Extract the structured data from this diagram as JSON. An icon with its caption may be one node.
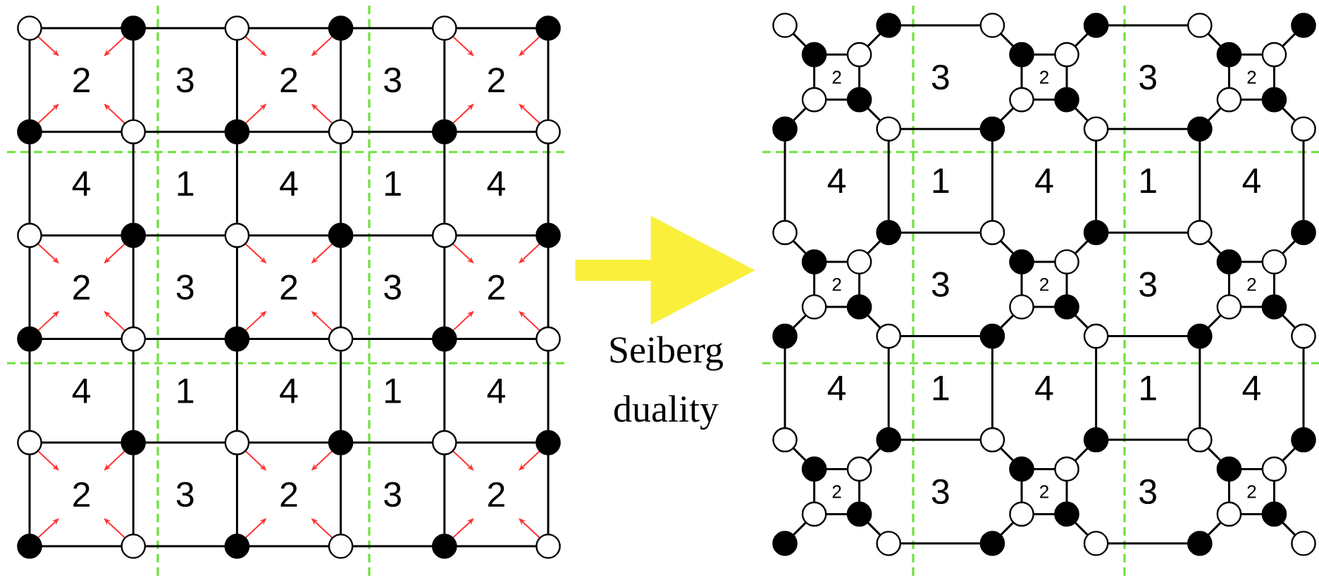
{
  "diagram": {
    "nodes": [
      {
        "text": [],
        "shape": "picture"
      },
      {
        "text": [],
        "shape": "picture"
      }
    ],
    "edges": [
      {
        "from": 0,
        "to": 1,
        "arrow": "to",
        "label": "Seiberg duality"
      }
    ],
    "labels": [
      "2",
      "3",
      "2",
      "3",
      "2",
      "4",
      "1",
      "4",
      "1",
      "4",
      "2",
      "3",
      "2",
      "3",
      "2",
      "4",
      "1",
      "4",
      "1",
      "4",
      "2",
      "3",
      "2",
      "3",
      "2",
      "2",
      "3",
      "2",
      "3",
      "2",
      "4",
      "1",
      "4",
      "1",
      "4",
      "2",
      "3",
      "2",
      "3",
      "2",
      "4",
      "1",
      "4",
      "1",
      "4",
      "2",
      "3",
      "2",
      "3",
      "2"
    ]
  }
}
